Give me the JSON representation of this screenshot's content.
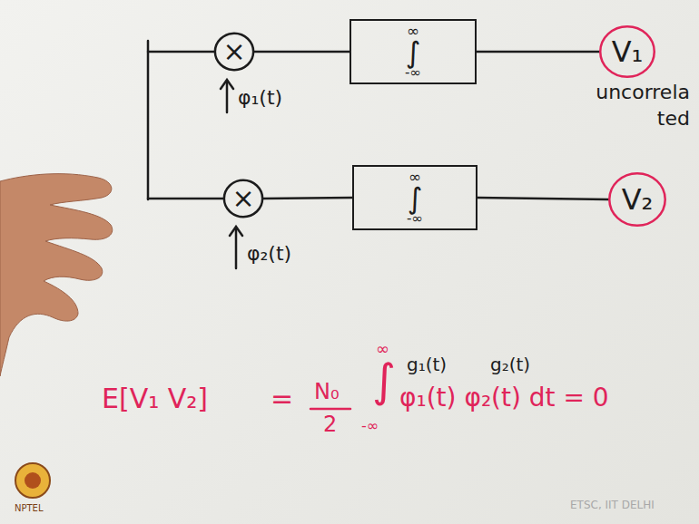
{
  "diagram": {
    "nodes": [
      {
        "text": [
          "×"
        ]
      },
      {
        "text": [
          "∞",
          "∫",
          "-∞"
        ]
      },
      {
        "text": [
          "V₁"
        ]
      },
      {
        "text": [
          "×"
        ]
      },
      {
        "text": [
          "∞",
          "∫",
          "-∞"
        ]
      },
      {
        "text": [
          "V₂"
        ]
      }
    ],
    "edges": [
      {
        "from": 0,
        "to": 1,
        "arrow": "none"
      },
      {
        "from": 1,
        "to": 2,
        "arrow": "none"
      },
      {
        "from": 3,
        "to": 4,
        "arrow": "none"
      },
      {
        "from": 4,
        "to": 5,
        "arrow": "none"
      }
    ],
    "labels": [
      "φ₁(t)",
      "φ₂(t)",
      "uncorrela ted",
      "E[V₁ V₂]",
      "=",
      "N₀",
      "2",
      "∞",
      "∫",
      "-∞",
      "g₁(t)",
      "g₂(t)",
      "φ₁(t) φ₂(t) dt = 0",
      "NPTEL",
      "ETSC, IIT DELHI"
    ]
  }
}
